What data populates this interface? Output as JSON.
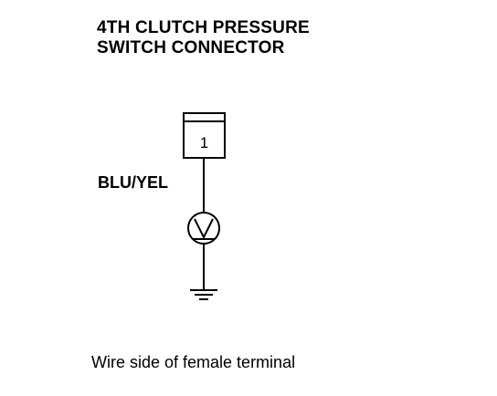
{
  "title": {
    "line1": "4TH CLUTCH PRESSURE",
    "line2": "SWITCH CONNECTOR"
  },
  "connector": {
    "terminal_number": "1"
  },
  "wire": {
    "color_label": "BLU/YEL"
  },
  "meter": {
    "icon": "voltmeter-icon"
  },
  "ground": {
    "icon": "ground-icon"
  },
  "caption": "Wire side of female terminal"
}
